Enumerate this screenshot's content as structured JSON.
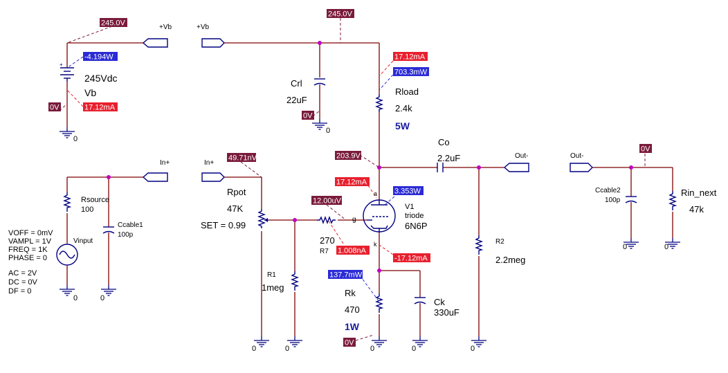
{
  "colors": {
    "voltage": "#7a1b3b",
    "current": "#e8202e",
    "power": "#2b2bd6",
    "wire": "#800000",
    "component": "#000080",
    "node": "#c000c0"
  },
  "ports": [
    {
      "id": "vb-left",
      "label": "+Vb"
    },
    {
      "id": "vb-right",
      "label": "+Vb"
    },
    {
      "id": "in-left",
      "label": "In+"
    },
    {
      "id": "in-right",
      "label": "In+"
    },
    {
      "id": "out-left",
      "label": "Out-"
    },
    {
      "id": "out-right",
      "label": "Out-"
    }
  ],
  "components": [
    {
      "id": "vb",
      "lines": [
        "245Vdc",
        "Vb"
      ]
    },
    {
      "id": "crl",
      "lines": [
        "Crl",
        "22uF"
      ]
    },
    {
      "id": "rload",
      "lines": [
        "Rload",
        "2.4k"
      ],
      "rating": "5W"
    },
    {
      "id": "co",
      "lines": [
        "Co",
        "2.2uF"
      ]
    },
    {
      "id": "rsource",
      "lines": [
        "Rsource",
        "100"
      ]
    },
    {
      "id": "ccable1",
      "lines": [
        "Ccable1",
        "100p"
      ]
    },
    {
      "id": "vinput",
      "lines": [
        "Vinput"
      ]
    },
    {
      "id": "vinput-params",
      "lines": [
        "VOFF = 0mV",
        "VAMPL = 1V",
        "FREQ = 1K",
        "PHASE = 0",
        "AC = 2V",
        "DC = 0V",
        "DF = 0"
      ]
    },
    {
      "id": "rpot",
      "lines": [
        "Rpot",
        "47K",
        "SET = 0.99"
      ]
    },
    {
      "id": "r7",
      "lines": [
        "270",
        "R7"
      ]
    },
    {
      "id": "r1",
      "lines": [
        "R1",
        "1meg"
      ]
    },
    {
      "id": "v1",
      "lines": [
        "V1",
        "triode",
        "6N6P"
      ]
    },
    {
      "id": "r2",
      "lines": [
        "R2",
        "2.2meg"
      ]
    },
    {
      "id": "rk",
      "lines": [
        "Rk",
        "470"
      ],
      "rating": "1W"
    },
    {
      "id": "ck",
      "lines": [
        "Ck",
        "330uF"
      ]
    },
    {
      "id": "ccable2",
      "lines": [
        "Ccable2",
        "100p"
      ]
    },
    {
      "id": "rin-next",
      "lines": [
        "Rin_next",
        "47k"
      ]
    }
  ],
  "tube_pins": {
    "anode": "a",
    "grid": "g",
    "cathode": "k"
  },
  "grounds": [
    {
      "id": "g-vb",
      "label": "0"
    },
    {
      "id": "g-crl",
      "label": "0"
    },
    {
      "id": "g-vinput",
      "label": "0"
    },
    {
      "id": "g-ccable1",
      "label": "0"
    },
    {
      "id": "g-rpot",
      "label": "0"
    },
    {
      "id": "g-r1",
      "label": "0"
    },
    {
      "id": "g-rk",
      "label": "0"
    },
    {
      "id": "g-ck",
      "label": "0"
    },
    {
      "id": "g-r2",
      "label": "0"
    },
    {
      "id": "g-ccable2",
      "label": "0"
    },
    {
      "id": "g-rin-next",
      "label": "0"
    }
  ],
  "markers": [
    {
      "id": "v-vb-top",
      "kind": "voltage",
      "text": "245.0V"
    },
    {
      "id": "p-vb",
      "kind": "power",
      "text": "-4.194W"
    },
    {
      "id": "v-vb-bottom",
      "kind": "voltage",
      "text": "0V"
    },
    {
      "id": "i-vb",
      "kind": "current",
      "text": "17.12mA"
    },
    {
      "id": "v-supply-node",
      "kind": "voltage",
      "text": "245.0V"
    },
    {
      "id": "i-rload",
      "kind": "current",
      "text": "17.12mA"
    },
    {
      "id": "p-rload",
      "kind": "power",
      "text": "703.3mW"
    },
    {
      "id": "v-crl-bottom",
      "kind": "voltage",
      "text": "0V"
    },
    {
      "id": "v-plate",
      "kind": "voltage",
      "text": "203.9V"
    },
    {
      "id": "v-out-node",
      "kind": "voltage",
      "text": "0V"
    },
    {
      "id": "v-rpot-input",
      "kind": "voltage",
      "text": "49.71nV"
    },
    {
      "id": "i-anode",
      "kind": "current",
      "text": "17.12mA"
    },
    {
      "id": "p-tube",
      "kind": "power",
      "text": "3.353W"
    },
    {
      "id": "v-grid",
      "kind": "voltage",
      "text": "12.00uV"
    },
    {
      "id": "i-r7",
      "kind": "current",
      "text": "1.008nA"
    },
    {
      "id": "i-cathode",
      "kind": "current",
      "text": "-17.12mA"
    },
    {
      "id": "p-rk",
      "kind": "power",
      "text": "137.7mW"
    },
    {
      "id": "v-rk-bottom",
      "kind": "voltage",
      "text": "0V"
    }
  ]
}
